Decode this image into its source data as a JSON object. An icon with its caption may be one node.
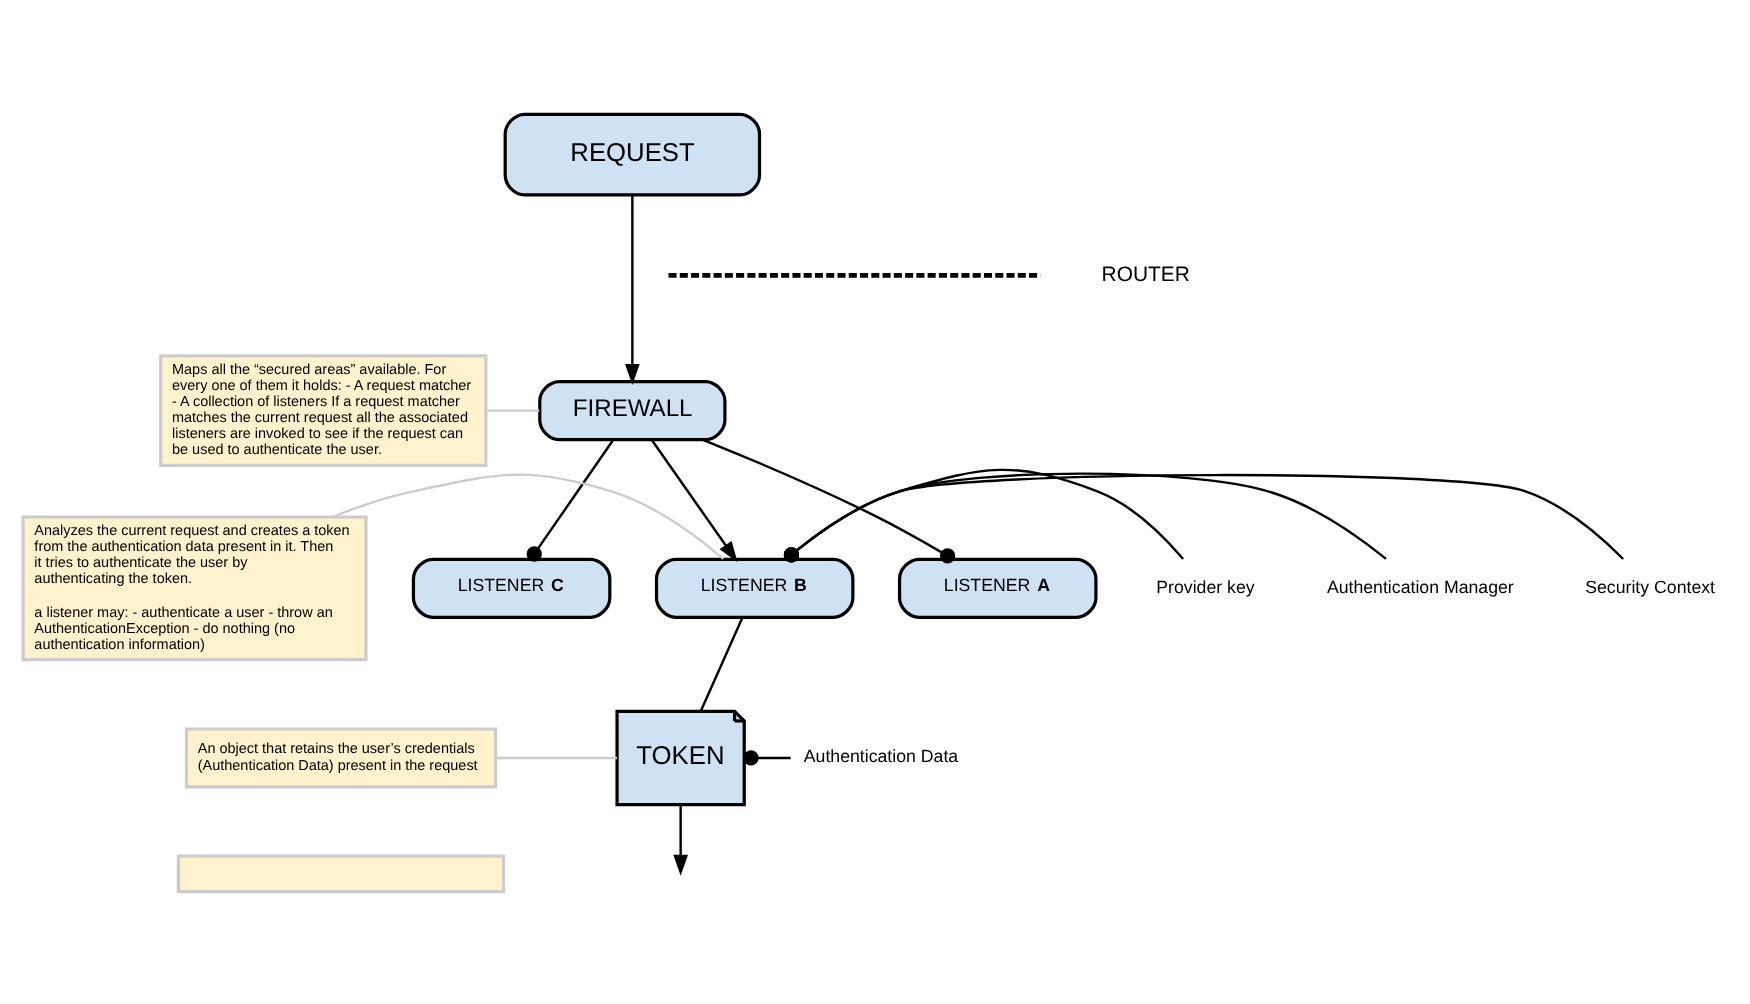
{
  "diagram": {
    "nodes": [
      {
        "text": [
          "REQUEST"
        ]
      },
      {
        "text": [
          "FIREWALL"
        ]
      },
      {
        "text": [
          "LISTENER **A**"
        ]
      },
      {
        "text": [
          "LISTENER **C**"
        ]
      },
      {
        "text": [
          "LISTENER **B**"
        ]
      },
      {
        "text": [
          "TOKEN"
        ]
      },
      {
        "text": [
          "Security Context"
        ]
      },
      {
        "text": [
          "Authentication Manager"
        ]
      },
      {
        "text": [
          "Provider key"
        ]
      },
      {
        "text": [
          "Authentication Data"
        ]
      },
      {
        "text": [
          "Maps all the “secured areas” available. For every one of them it holds: - A request matcher - A collection of listeners If a request matcher matches the current request all the associated listeners are invoked to see if the request can be used to authenticate the user."
        ]
      },
      {
        "text": [
          "Analyzes the current request and creates a token from the authentication data present in it. Then it tries to authenticate the user by authenticating the token.",
          "a listener may: - authenticate a user - throw an AuthenticationException - do nothing (no authentication information)"
        ]
      },
      {
        "text": [
          "An object that retains the user’s credentials (Authentication Data) present in the request"
        ]
      },
      {
        "text": [],
        "shape": "box"
      }
    ],
    "edges": [
      {
        "from": 0,
        "to": 1,
        "arrow": "to"
      },
      {
        "from": 1,
        "to": 2,
        "arrow": "other"
      },
      {
        "from": 1,
        "to": 3,
        "arrow": "other"
      },
      {
        "from": 1,
        "to": 4,
        "arrow": "to"
      },
      {
        "from": 4,
        "to": 5,
        "arrow": "none"
      },
      {
        "from": 5,
        "to": null,
        "arrow": "to"
      },
      {
        "from": 4,
        "to": 6,
        "arrow": "other"
      },
      {
        "from": 4,
        "to": 7,
        "arrow": "other"
      },
      {
        "from": 4,
        "to": 8,
        "arrow": "other"
      },
      {
        "from": 5,
        "to": 9,
        "arrow": "other"
      },
      {
        "from": 10,
        "to": 1,
        "arrow": "none",
        "color": "#cccccc"
      },
      {
        "from": 11,
        "to": 4,
        "arrow": "none",
        "color": "#cccccc"
      },
      {
        "from": 12,
        "to": 5,
        "arrow": "none",
        "color": "#cccccc"
      }
    ],
    "labels": [
      "ROUTER"
    ]
  }
}
